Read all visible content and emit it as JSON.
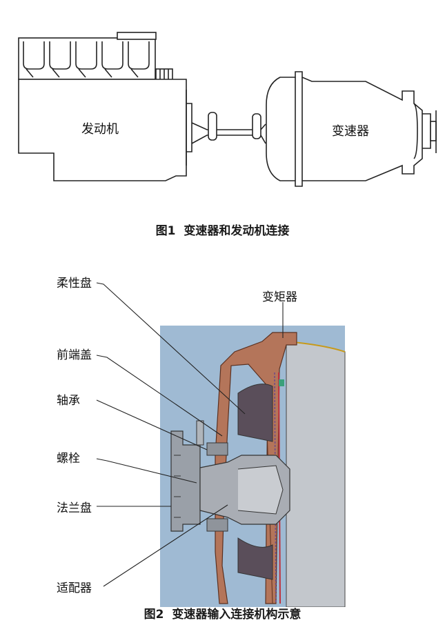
{
  "figure1": {
    "caption_number": "图1",
    "caption_text": "变速器和发动机连接",
    "engine_label": "发动机",
    "transmission_label": "变速器"
  },
  "figure2": {
    "caption_number": "图2",
    "caption_text": "变速器输入连接机构示意",
    "labels": {
      "flexplate": "柔性盘",
      "torque_converter": "变矩器",
      "front_cover": "前端盖",
      "bearing": "轴承",
      "bolt": "螺栓",
      "flange": "法兰盘",
      "adapter": "适配器"
    }
  },
  "colors": {
    "line": "#222222",
    "background_blue": "#9fbad3",
    "housing_copper": "#b4755a",
    "steel_grey": "#a9adb4",
    "converter_grey": "#bfc3c8"
  }
}
